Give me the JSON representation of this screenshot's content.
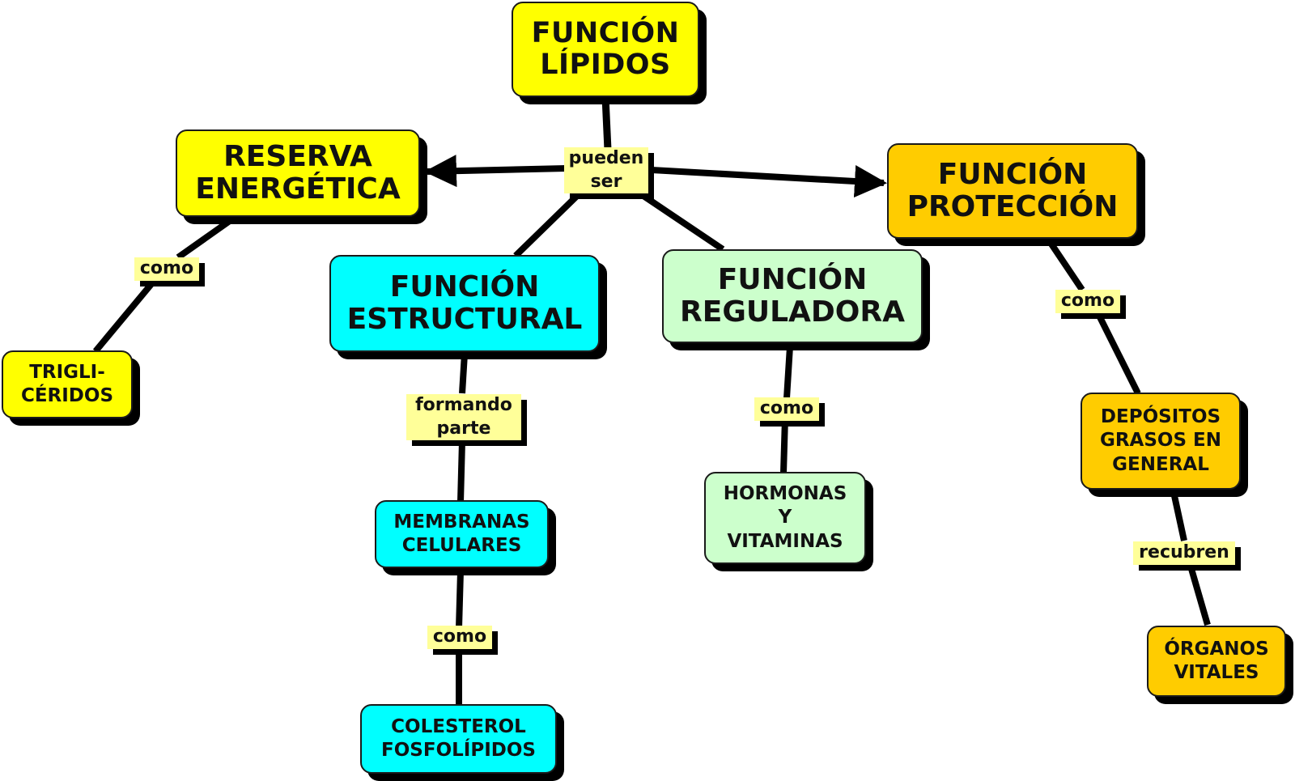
{
  "title": "FUNCIÓN LÍPIDOS",
  "colors": {
    "yellow": "#ffff00",
    "cyan": "#00ffff",
    "mint": "#ccffcc",
    "amber": "#ffcc00",
    "link_bg": "#ffff99",
    "line": "#000000"
  },
  "nodes": {
    "root": {
      "lines": [
        "FUNCIÓN",
        "LÍPIDOS"
      ],
      "color": "#ffff00"
    },
    "reserva": {
      "lines": [
        "RESERVA",
        "ENERGÉTICA"
      ],
      "color": "#ffff00"
    },
    "trigliceridos": {
      "lines": [
        "TRIGLI-",
        "CÉRIDOS"
      ],
      "color": "#ffff00"
    },
    "estructural": {
      "lines": [
        "FUNCIÓN",
        "ESTRUCTURAL"
      ],
      "color": "#00ffff"
    },
    "membranas": {
      "lines": [
        "MEMBRANAS",
        "CELULARES"
      ],
      "color": "#00ffff"
    },
    "colesterol": {
      "lines": [
        "COLESTEROL",
        "FOSFOLÍPIDOS"
      ],
      "color": "#00ffff"
    },
    "reguladora": {
      "lines": [
        "FUNCIÓN",
        "REGULADORA"
      ],
      "color": "#ccffcc"
    },
    "hormonas": {
      "lines": [
        "HORMONAS",
        "Y",
        "VITAMINAS"
      ],
      "color": "#ccffcc"
    },
    "proteccion": {
      "lines": [
        "FUNCIÓN",
        "PROTECCIÓN"
      ],
      "color": "#ffcc00"
    },
    "depositos": {
      "lines": [
        "DEPÓSITOS",
        "GRASOS EN",
        "GENERAL"
      ],
      "color": "#ffcc00"
    },
    "organos": {
      "lines": [
        "ÓRGANOS",
        "VITALES"
      ],
      "color": "#ffcc00"
    }
  },
  "links": {
    "pueden_ser": [
      "pueden",
      "ser"
    ],
    "como_reserva": [
      "como"
    ],
    "formando_parte": [
      "formando",
      "parte"
    ],
    "como_membranas": [
      "como"
    ],
    "como_reguladora": [
      "como"
    ],
    "como_proteccion": [
      "como"
    ],
    "recubren": [
      "recubren"
    ]
  },
  "connections": [
    {
      "from": "root",
      "via": "pueden_ser",
      "to": "reserva",
      "arrow": true
    },
    {
      "from": "root",
      "via": "pueden_ser",
      "to": "estructural",
      "arrow": false
    },
    {
      "from": "root",
      "via": "pueden_ser",
      "to": "reguladora",
      "arrow": false
    },
    {
      "from": "root",
      "via": "pueden_ser",
      "to": "proteccion",
      "arrow": true
    },
    {
      "from": "reserva",
      "via": "como_reserva",
      "to": "trigliceridos",
      "arrow": false
    },
    {
      "from": "estructural",
      "via": "formando_parte",
      "to": "membranas",
      "arrow": false
    },
    {
      "from": "membranas",
      "via": "como_membranas",
      "to": "colesterol",
      "arrow": false
    },
    {
      "from": "reguladora",
      "via": "como_reguladora",
      "to": "hormonas",
      "arrow": false
    },
    {
      "from": "proteccion",
      "via": "como_proteccion",
      "to": "depositos",
      "arrow": false
    },
    {
      "from": "depositos",
      "via": "recubren",
      "to": "organos",
      "arrow": false
    }
  ]
}
